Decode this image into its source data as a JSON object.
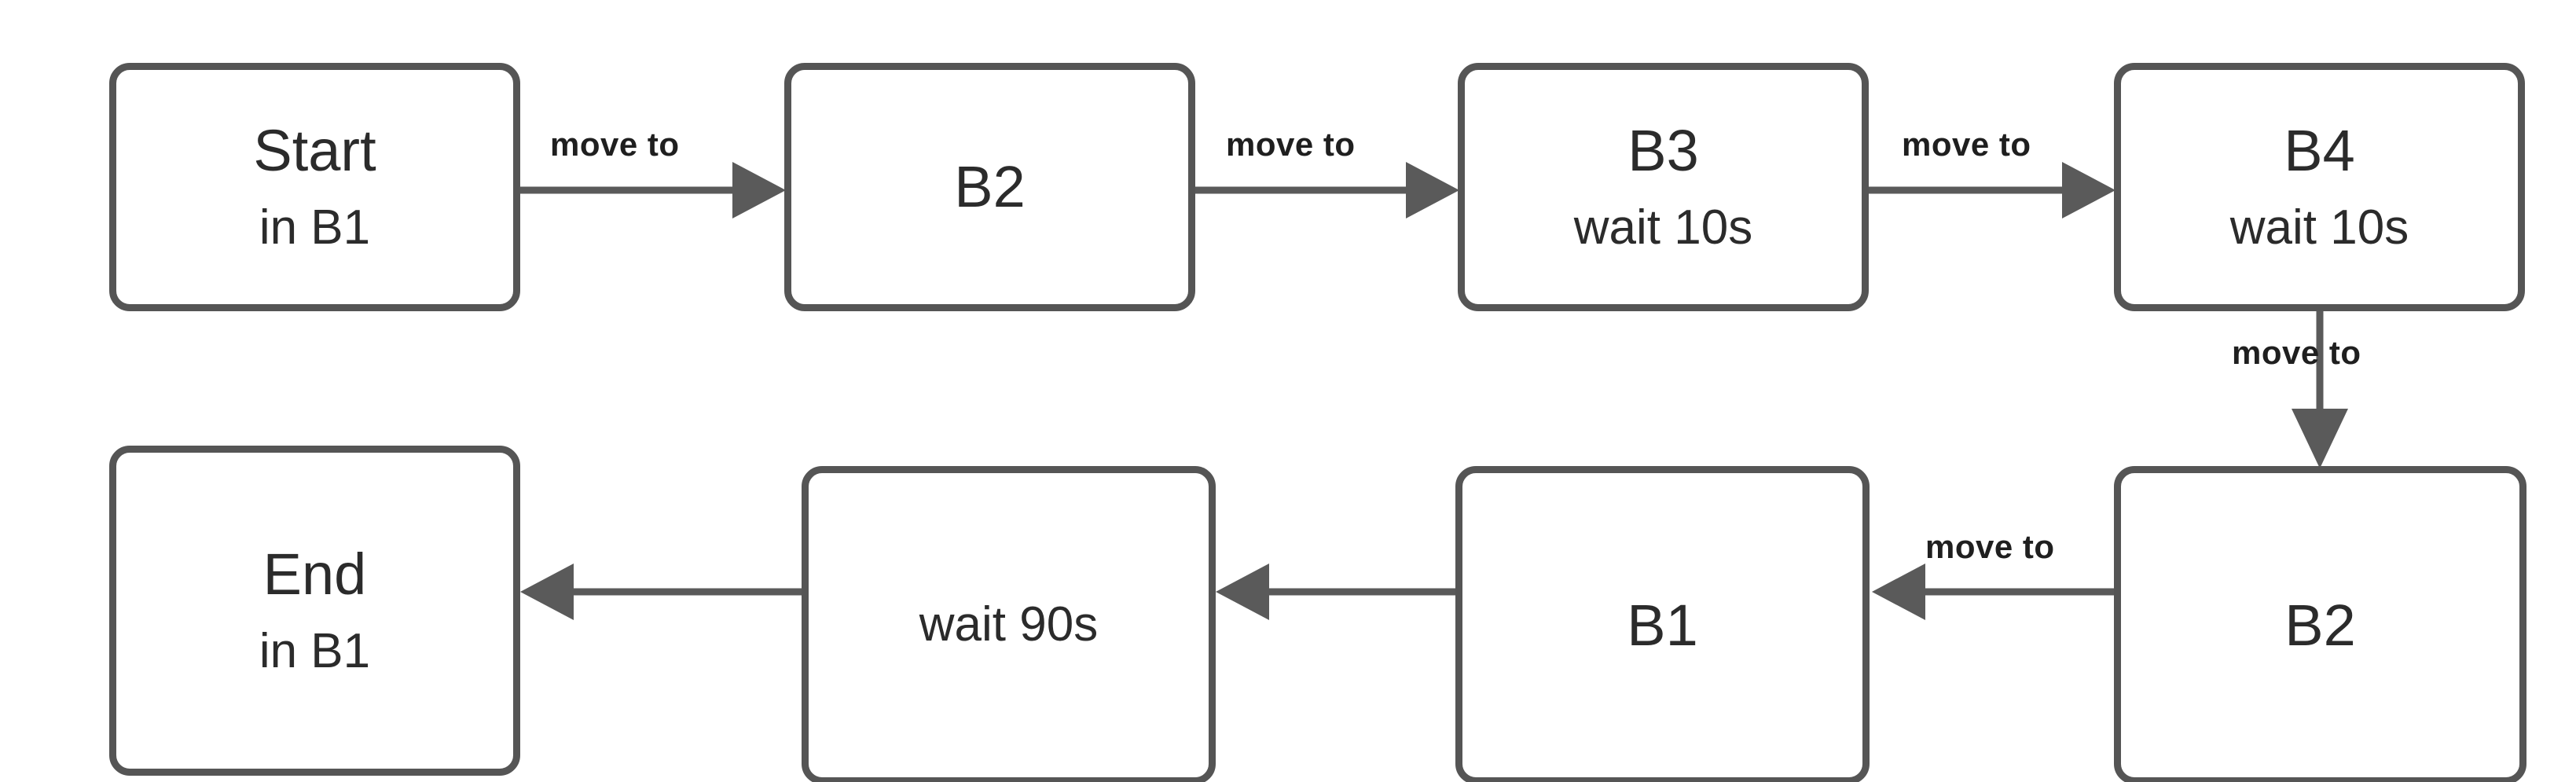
{
  "diagram": {
    "type": "flowchart",
    "title": "Robot movement sequence flowchart",
    "colors": {
      "node_border": "#555555",
      "node_fill": "#ffffff",
      "edge": "#5a5a5a",
      "text": "#2b2b2b",
      "label_text": "#1f1f1f",
      "background": "#ffffff"
    },
    "nodes": [
      {
        "id": "start",
        "line1": "Start",
        "line2": "in B1",
        "row": "top",
        "col": 1
      },
      {
        "id": "b2_top",
        "line1": "B2",
        "line2": "",
        "row": "top",
        "col": 2
      },
      {
        "id": "b3",
        "line1": "B3",
        "line2": "wait 10s",
        "row": "top",
        "col": 3
      },
      {
        "id": "b4",
        "line1": "B4",
        "line2": "wait 10s",
        "row": "top",
        "col": 4
      },
      {
        "id": "end",
        "line1": "End",
        "line2": "in B1",
        "row": "bottom",
        "col": 1
      },
      {
        "id": "wait90",
        "line1": "wait 90s",
        "line2": "",
        "row": "bottom",
        "col": 2
      },
      {
        "id": "b1_bot",
        "line1": "B1",
        "line2": "",
        "row": "bottom",
        "col": 3
      },
      {
        "id": "b2_bot",
        "line1": "B2",
        "line2": "",
        "row": "bottom",
        "col": 4
      }
    ],
    "edges": [
      {
        "id": "e1",
        "from": "start",
        "to": "b2_top",
        "label": "move to",
        "direction": "right"
      },
      {
        "id": "e2",
        "from": "b2_top",
        "to": "b3",
        "label": "move to",
        "direction": "right"
      },
      {
        "id": "e3",
        "from": "b3",
        "to": "b4",
        "label": "move to",
        "direction": "right"
      },
      {
        "id": "e4",
        "from": "b4",
        "to": "b2_bot",
        "label": "move to",
        "direction": "down"
      },
      {
        "id": "e5",
        "from": "b2_bot",
        "to": "b1_bot",
        "label": "move to",
        "direction": "left"
      },
      {
        "id": "e6",
        "from": "b1_bot",
        "to": "wait90",
        "label": "",
        "direction": "left"
      },
      {
        "id": "e7",
        "from": "wait90",
        "to": "end",
        "label": "",
        "direction": "left"
      }
    ]
  }
}
